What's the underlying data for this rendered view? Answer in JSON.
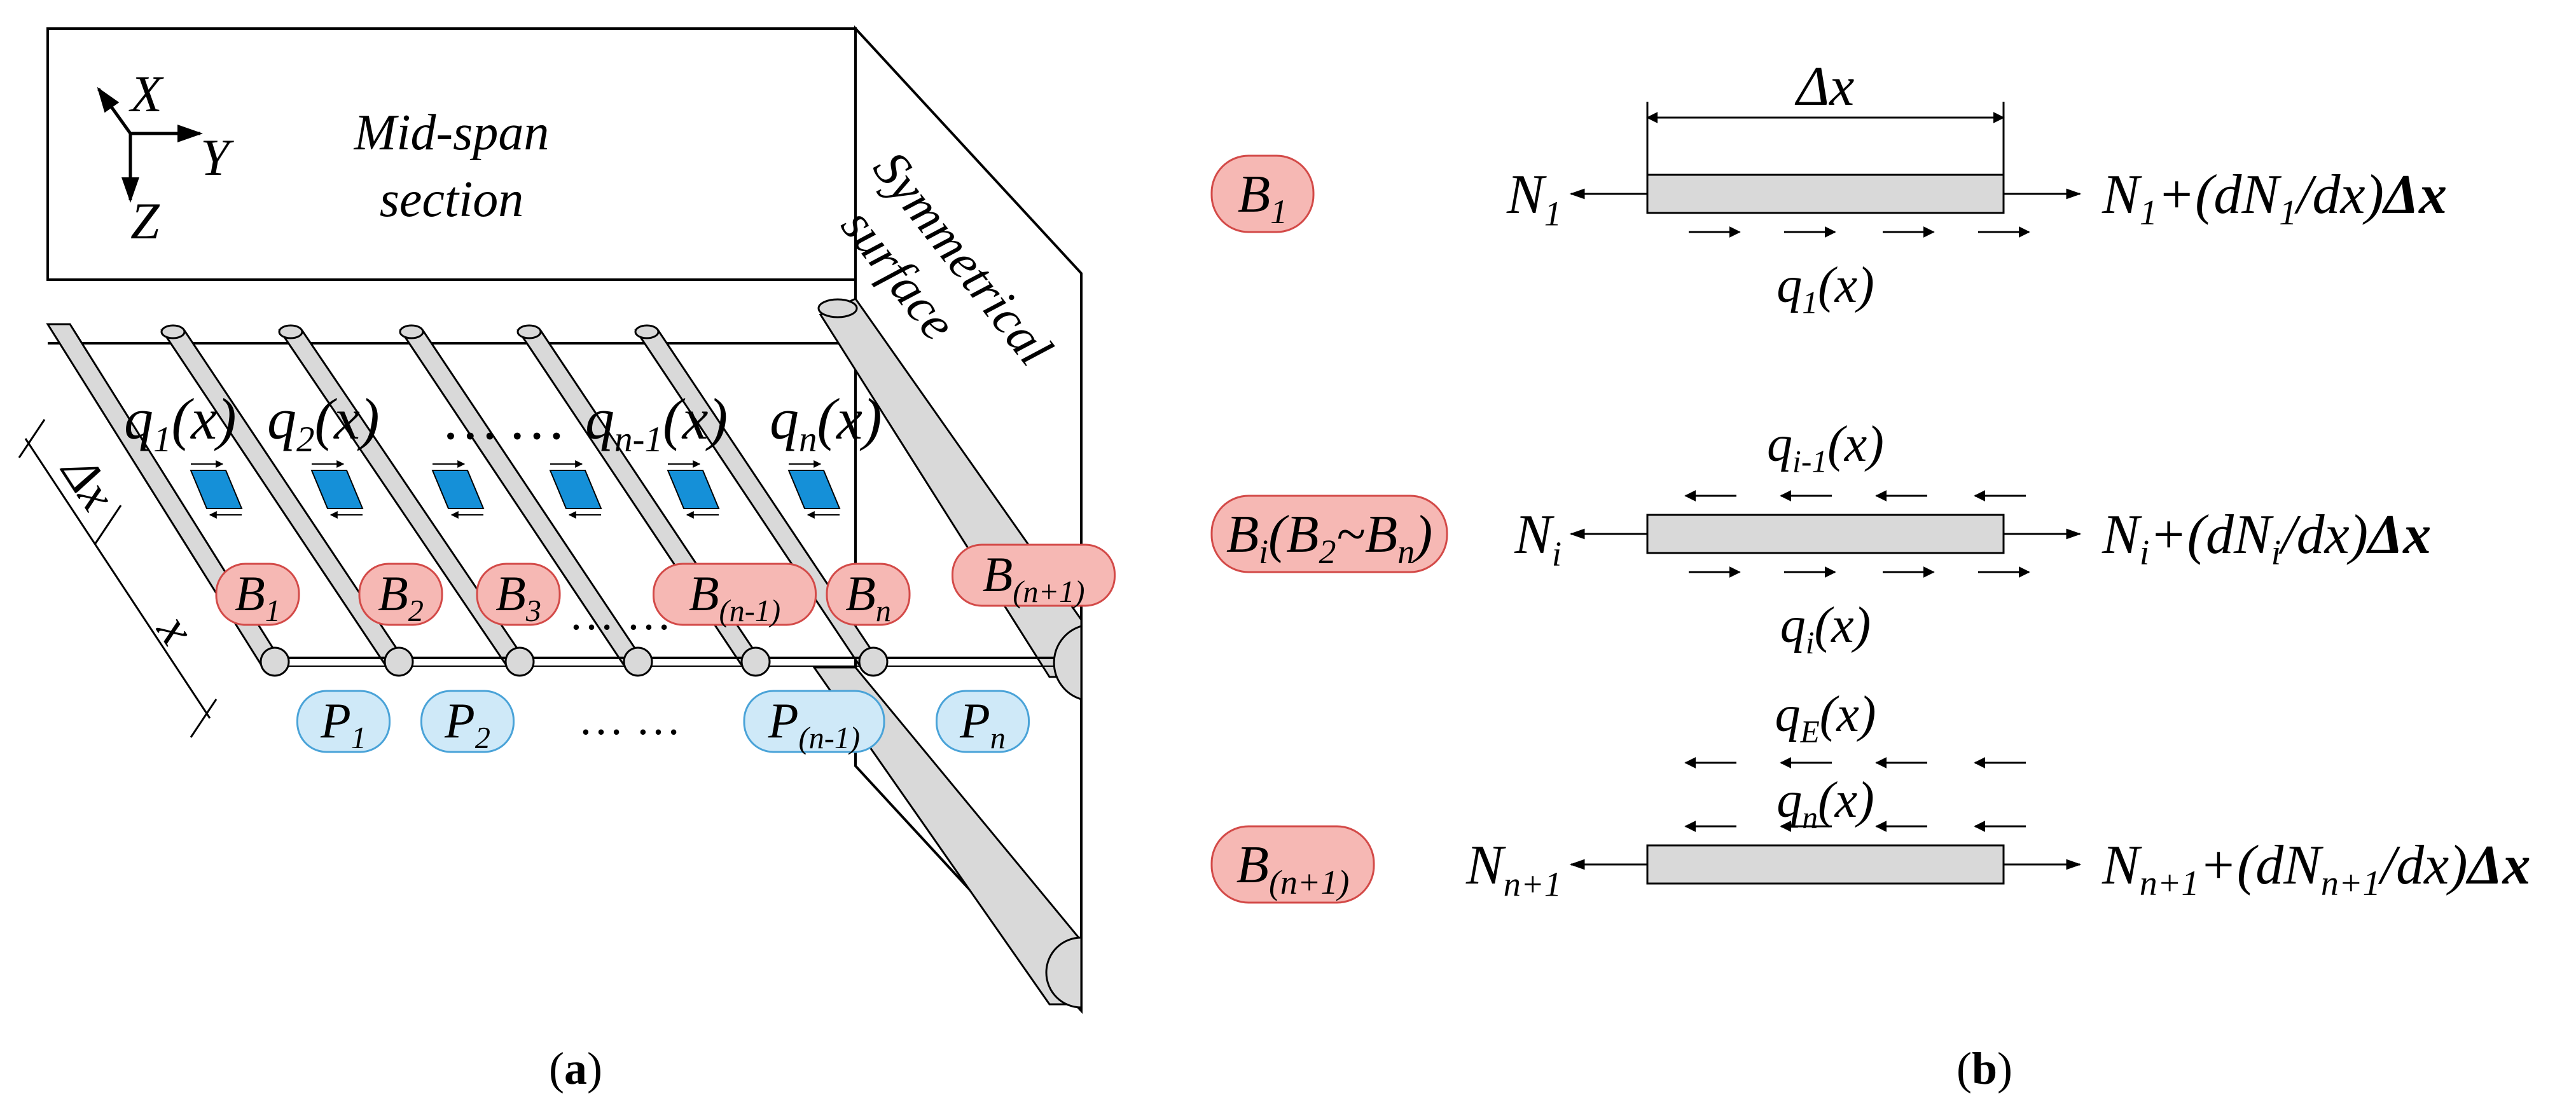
{
  "colors": {
    "red_badge_fill": "#f6b8b4",
    "red_badge_stroke": "#d34a48",
    "red_text": "#c0202a",
    "blue_badge_fill": "#cfe9f8",
    "blue_badge_stroke": "#4aa3d8",
    "blue_text": "#1f6fa8",
    "bar_fill": "#d9d9d9",
    "shear_panel": "#1590d8"
  },
  "panel_a": {
    "caption_open": "(",
    "caption_letter": "a",
    "caption_close": ")",
    "axis_x": "X",
    "axis_y": "Y",
    "axis_z": "Z",
    "midspan_line1": "Mid-span",
    "midspan_line2": "section",
    "sym_line1": "Symmetrical",
    "sym_line2": "surface",
    "dim_dx": "Δx",
    "dim_x": "x",
    "q_labels": [
      {
        "base": "q",
        "sub": "1",
        "tail": "(x)"
      },
      {
        "base": "q",
        "sub": "2",
        "tail": "(x)"
      },
      {
        "base": "… …",
        "sub": "",
        "tail": ""
      },
      {
        "base": "q",
        "sub": "n-1",
        "tail": "(x)"
      },
      {
        "base": "q",
        "sub": "n",
        "tail": "(x)"
      }
    ],
    "b_badges": [
      {
        "base": "B",
        "sub": "1"
      },
      {
        "base": "B",
        "sub": "2"
      },
      {
        "base": "B",
        "sub": "3"
      },
      {
        "base": "B",
        "sub": "(n-1)"
      },
      {
        "base": "B",
        "sub": "n"
      },
      {
        "base": "B",
        "sub": "(n+1)"
      }
    ],
    "b_dots": "… …",
    "p_badges": [
      {
        "base": "P",
        "sub": "1"
      },
      {
        "base": "P",
        "sub": "2"
      },
      {
        "base": "P",
        "sub": "(n-1)"
      },
      {
        "base": "P",
        "sub": "n"
      }
    ],
    "p_dots": "… …"
  },
  "panel_b": {
    "caption_open": "(",
    "caption_letter": "b",
    "caption_close": ")",
    "dx_label": "Δx",
    "rows": [
      {
        "badge": {
          "base": "B",
          "sub": "1",
          "rest": ""
        },
        "left": {
          "base": "N",
          "sub": "1"
        },
        "right": {
          "pre": "N",
          "sub1": "1",
          "mid": "+(dN",
          "sub2": "1",
          "post": "/dx)",
          "delta": "Δx"
        },
        "q_top": null,
        "q_bottom": {
          "base": "q",
          "sub": "1",
          "tail": "(x)"
        }
      },
      {
        "badge": {
          "base": "B",
          "sub": "i",
          "rest": "(B",
          "sub2": "2",
          "mid": "~B",
          "sub3": "n",
          "end": ")"
        },
        "left": {
          "base": "N",
          "sub": "i"
        },
        "right": {
          "pre": "N",
          "sub1": "i",
          "mid": "+(dN",
          "sub2": "i",
          "post": "/dx)",
          "delta": "Δx"
        },
        "q_top": {
          "base": "q",
          "sub": "i-1",
          "tail": "(x)"
        },
        "q_bottom": {
          "base": "q",
          "sub": "i",
          "tail": "(x)"
        }
      },
      {
        "badge": {
          "base": "B",
          "sub": "(n+1)",
          "rest": ""
        },
        "left": {
          "base": "N",
          "sub": "n+1"
        },
        "right": {
          "pre": "N",
          "sub1": "n+1",
          "mid": "+(dN",
          "sub2": "n+1",
          "post": "/dx)",
          "delta": "Δx"
        },
        "q_top": {
          "base": "q",
          "sub": "E",
          "tail": "(x)"
        },
        "q_middle": {
          "base": "q",
          "sub": "n",
          "tail": "(x)"
        }
      }
    ]
  }
}
